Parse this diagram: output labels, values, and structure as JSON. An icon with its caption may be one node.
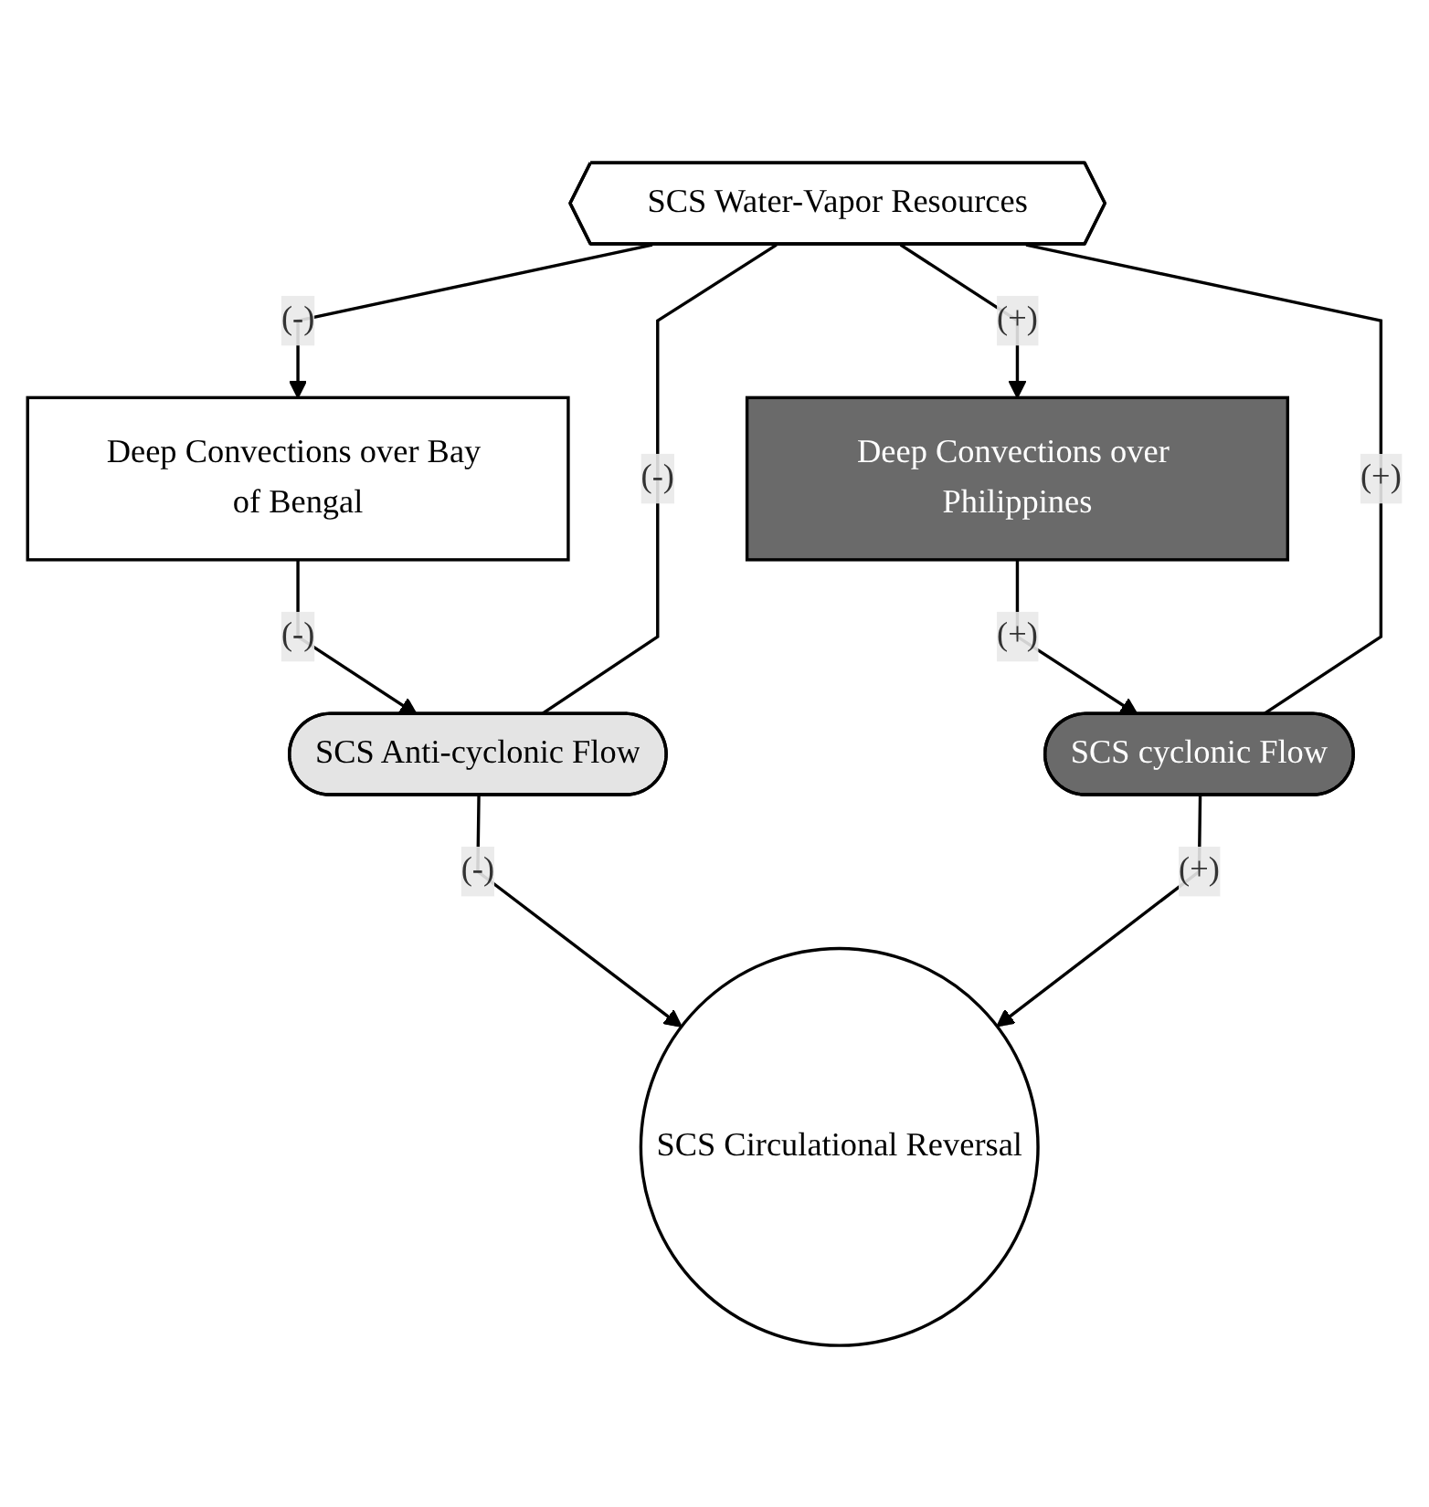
{
  "diagram": {
    "nodes": [
      {
        "text": [
          "Deep Convections over Bay of Bengal"
        ]
      },
      {
        "text": [
          "Deep Convections over Philippines"
        ]
      },
      {
        "text": [
          "SCS Water-Vapor Resources"
        ]
      },
      {
        "text": [
          "SCS Anti-cyclonic Flow"
        ]
      },
      {
        "text": [
          "SCS cyclonic Flow"
        ]
      },
      {
        "text": [
          "SCS Circulational Reversal"
        ]
      }
    ],
    "edges": [
      {
        "from": 2,
        "to": 0,
        "arrow": "to",
        "label": "(-)"
      },
      {
        "from": 2,
        "to": 1,
        "arrow": "to",
        "label": "(+)"
      },
      {
        "from": 0,
        "to": 3,
        "arrow": "to",
        "label": "(-)"
      },
      {
        "from": 1,
        "to": 4,
        "arrow": "to",
        "label": "(+)"
      },
      {
        "from": 2,
        "to": 3,
        "arrow": "none",
        "label": "(-)"
      },
      {
        "from": 2,
        "to": 4,
        "arrow": "none",
        "label": "(+)"
      },
      {
        "from": 3,
        "to": 5,
        "arrow": "to",
        "label": "(-)"
      },
      {
        "from": 4,
        "to": 5,
        "arrow": "to",
        "label": "(+)"
      }
    ]
  }
}
